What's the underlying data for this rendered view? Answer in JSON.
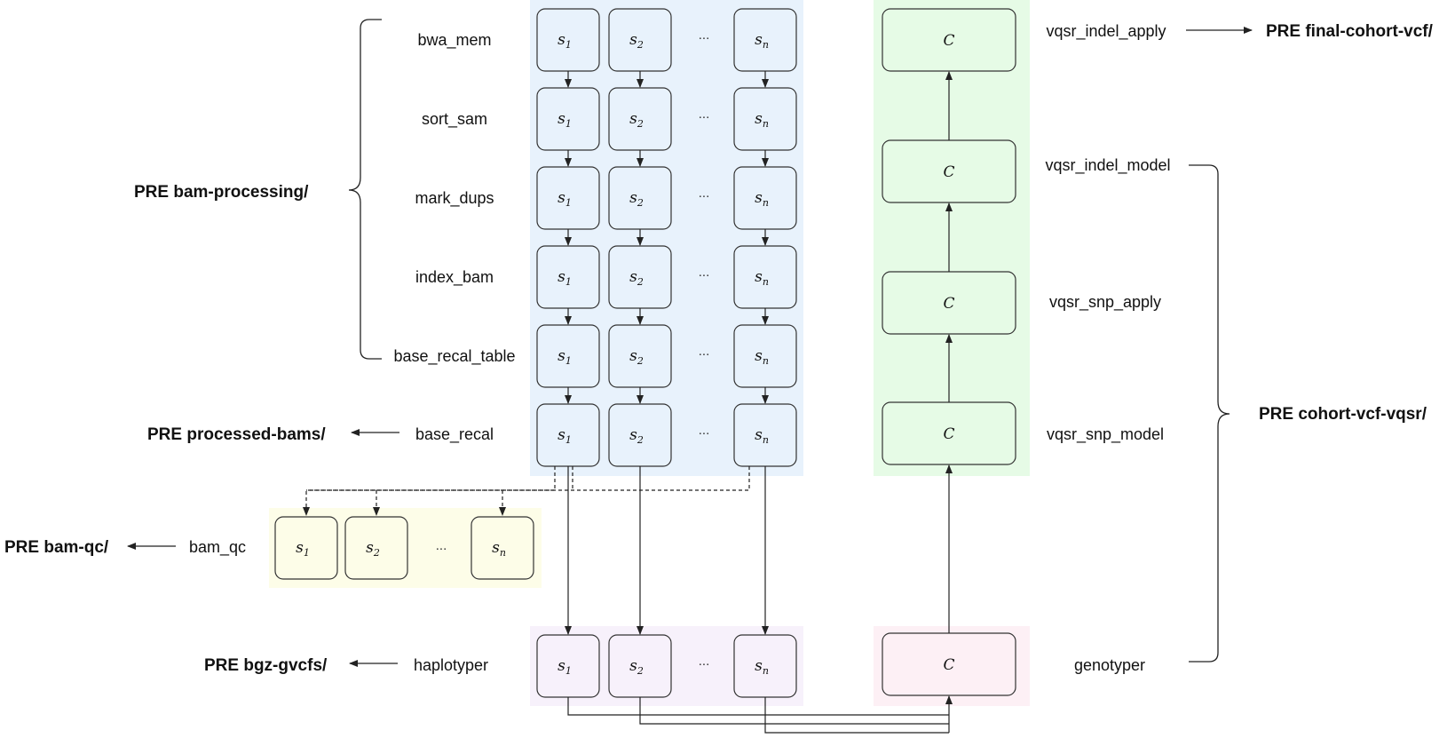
{
  "colors": {
    "samples_region": "#e8f2fc",
    "samples_node": "#e8f2fc",
    "cohort_region": "#e6fbe6",
    "cohort_node": "#e6fbe6",
    "qc_region": "#fdfde8",
    "qc_node": "#fdfde8",
    "haplo_region": "#f7f1fb",
    "haplo_node": "#f7f1fb",
    "geno_region": "#fdf0f5",
    "geno_node": "#fdf0f5"
  },
  "labels": {
    "sample_base": "s",
    "sample_sub_1": "1",
    "sample_sub_2": "2",
    "sample_sub_n": "n",
    "ellipsis": "...",
    "cohort_node": "C"
  },
  "steps": {
    "bwa_mem": "bwa_mem",
    "sort_sam": "sort_sam",
    "mark_dups": "mark_dups",
    "index_bam": "index_bam",
    "base_recal_table": "base_recal_table",
    "base_recal": "base_recal",
    "bam_qc": "bam_qc",
    "haplotyper": "haplotyper",
    "genotyper": "genotyper",
    "vqsr_snp_model": "vqsr_snp_model",
    "vqsr_snp_apply": "vqsr_snp_apply",
    "vqsr_indel_model": "vqsr_indel_model",
    "vqsr_indel_apply": "vqsr_indel_apply"
  },
  "prefixes": {
    "bam_processing": "PRE bam-processing/",
    "processed_bams": "PRE processed-bams/",
    "bam_qc": "PRE bam-qc/",
    "bgz_gvcfs": "PRE bgz-gvcfs/",
    "cohort_vcf_vqsr": "PRE cohort-vcf-vqsr/",
    "final_cohort_vcf": "PRE final-cohort-vcf/"
  }
}
